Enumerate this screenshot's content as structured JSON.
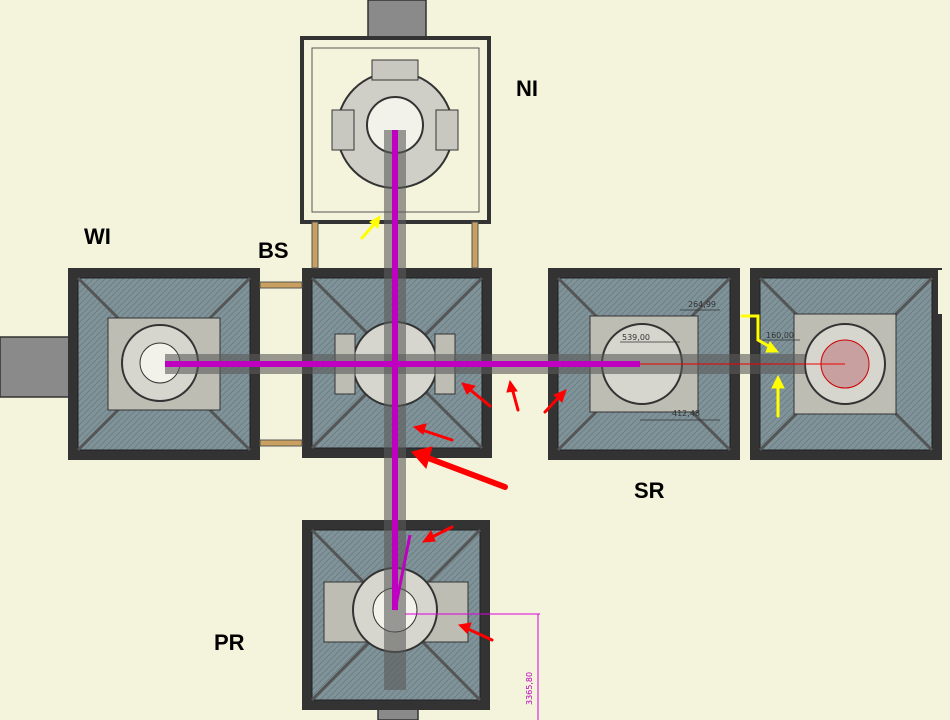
{
  "labels": {
    "ni": "NI",
    "wi": "WI",
    "bs": "BS",
    "sr": "SR",
    "pr": "PR"
  },
  "dimensions": {
    "d1": "539,00",
    "d2": "264,99",
    "d3": "160,00",
    "d4": "3365,80",
    "d5": "412,48"
  },
  "colors": {
    "background": "#f4f4dc",
    "chamber_fill": "#7f9399",
    "beam": "#c000c0",
    "arrow_red": "#ff0000",
    "arrow_yellow": "#ffff00",
    "frame": "#333333",
    "support": "#c9a060"
  }
}
